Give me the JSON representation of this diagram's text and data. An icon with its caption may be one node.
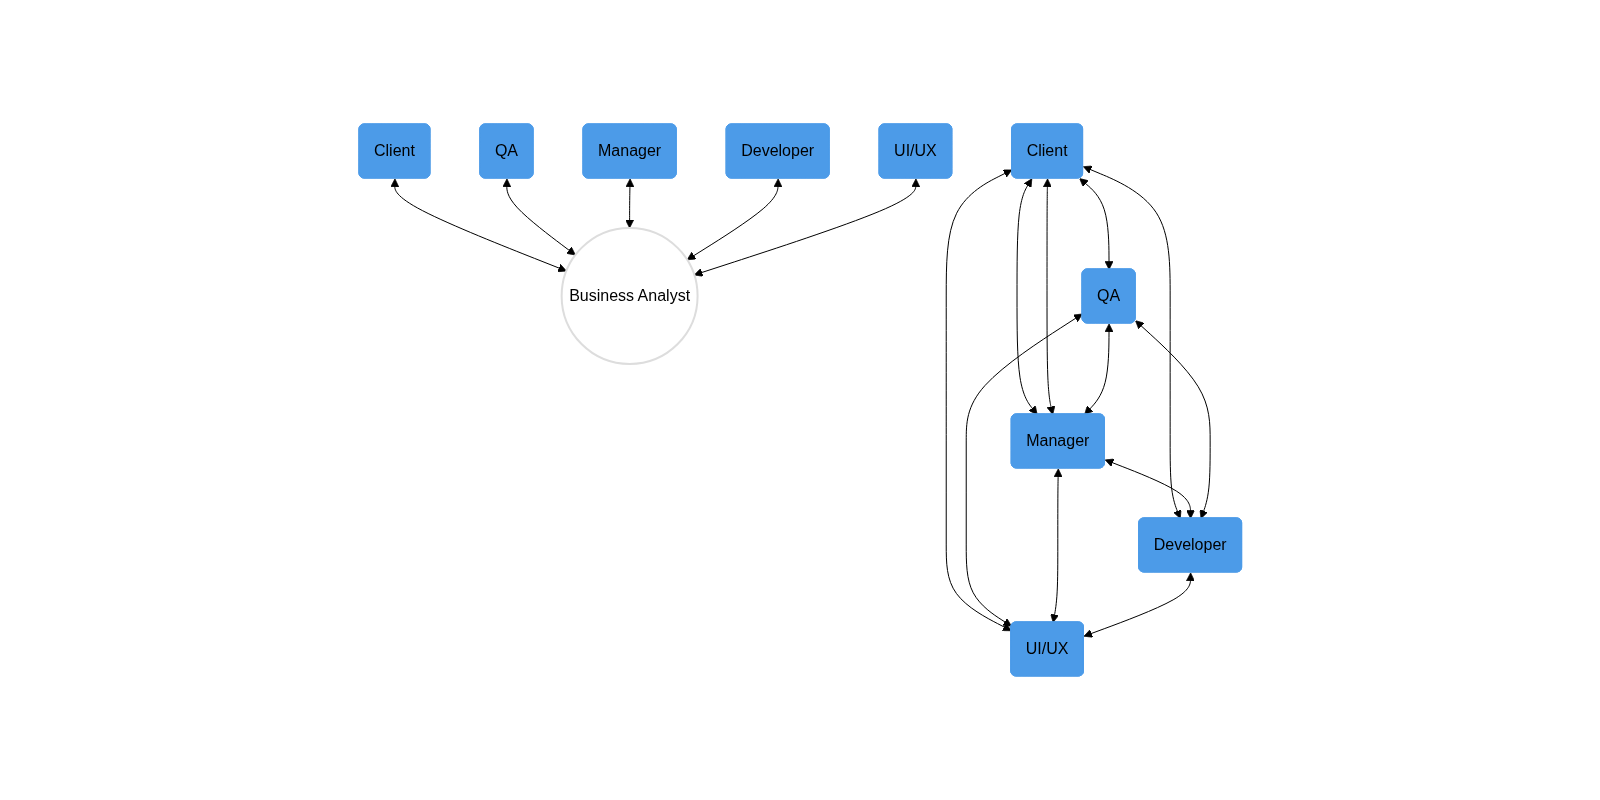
{
  "diagram": {
    "nodes": [
      {
        "text": [
          "Client"
        ]
      },
      {
        "text": [
          "QA"
        ]
      },
      {
        "text": [
          "Business Analyst"
        ]
      },
      {
        "text": [
          "Manager"
        ]
      },
      {
        "text": [
          "Developer"
        ]
      },
      {
        "text": [
          "UI/UX"
        ]
      },
      {
        "text": [
          "Client"
        ]
      },
      {
        "text": [
          "QA"
        ]
      },
      {
        "text": [
          "Manager"
        ]
      },
      {
        "text": [
          "Developer"
        ]
      },
      {
        "text": [
          "UI/UX"
        ]
      }
    ],
    "edges": [
      {
        "from": 0,
        "to": 2,
        "arrow": "both"
      },
      {
        "from": 1,
        "to": 2,
        "arrow": "both"
      },
      {
        "from": 3,
        "to": 2,
        "arrow": "both"
      },
      {
        "from": 4,
        "to": 2,
        "arrow": "both"
      },
      {
        "from": 5,
        "to": 2,
        "arrow": "both"
      },
      {
        "from": 6,
        "to": 8,
        "arrow": "both"
      },
      {
        "from": 6,
        "to": 7,
        "arrow": "both"
      },
      {
        "from": 6,
        "to": 9,
        "arrow": "both"
      },
      {
        "from": 6,
        "to": 10,
        "arrow": "both"
      },
      {
        "from": 6,
        "to": 8,
        "arrow": "both"
      },
      {
        "from": 7,
        "to": 8,
        "arrow": "both"
      },
      {
        "from": 7,
        "to": 10,
        "arrow": "both"
      },
      {
        "from": 8,
        "to": 9,
        "arrow": "both"
      },
      {
        "from": 7,
        "to": 9,
        "arrow": "both"
      },
      {
        "from": 8,
        "to": 10,
        "arrow": "both"
      },
      {
        "from": 9,
        "to": 10,
        "arrow": "both"
      }
    ]
  }
}
